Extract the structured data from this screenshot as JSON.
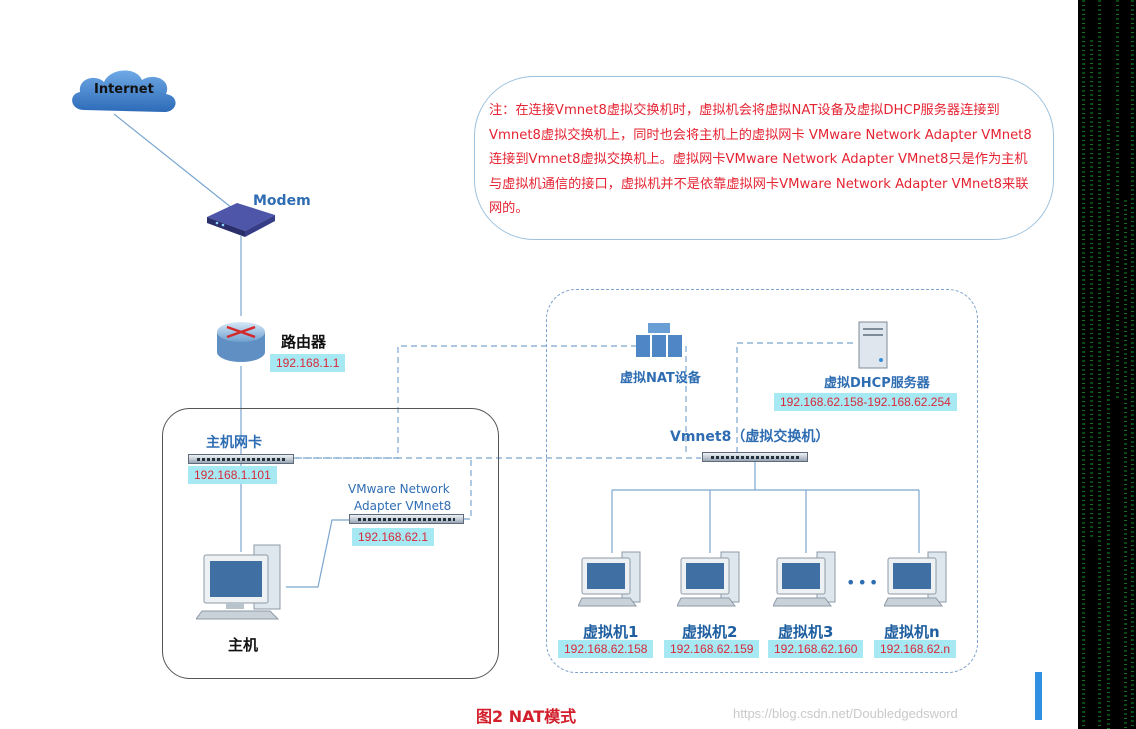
{
  "internet": {
    "label": "Internet"
  },
  "modem": {
    "label": "Modem"
  },
  "router": {
    "label": "路由器",
    "ip": "192.168.1.1"
  },
  "note": {
    "text": "注：在连接Vmnet8虚拟交换机时，虚拟机会将虚拟NAT设备及虚拟DHCP服务器连接到Vmnet8虚拟交换机上，同时也会将主机上的虚拟网卡 VMware Network Adapter VMnet8连接到Vmnet8虚拟交换机上。虚拟网卡VMware Network Adapter VMnet8只是作为主机与虚拟机通信的接口，虚拟机并不是依靠虚拟网卡VMware Network Adapter VMnet8来联网的。"
  },
  "host_nic": {
    "label": "主机网卡",
    "ip": "192.168.1.101"
  },
  "vmnet8_adapter": {
    "label_line1": "VMware Network",
    "label_line2": "Adapter VMnet8",
    "ip": "192.168.62.1"
  },
  "host": {
    "label": "主机"
  },
  "nat_device": {
    "label": "虚拟NAT设备"
  },
  "dhcp": {
    "label": "虚拟DHCP服务器",
    "ip_range": "192.168.62.158-192.168.62.254"
  },
  "vswitch": {
    "label": "Vmnet8（虚拟交换机）"
  },
  "vms": [
    {
      "name": "虚拟机1",
      "ip": "192.168.62.158"
    },
    {
      "name": "虚拟机2",
      "ip": "192.168.62.159"
    },
    {
      "name": "虚拟机3",
      "ip": "192.168.62.160"
    },
    {
      "name": "虚拟机n",
      "ip": "192.168.62.n"
    }
  ],
  "ellipsis": "•••",
  "figure_caption": "图2  NAT模式",
  "watermark": "https://blog.csdn.net/Doubledgedsword",
  "colors": {
    "accent_blue": "#2f6db3",
    "ip_bg": "#a6e9f2",
    "ip_text": "#d9283c",
    "note_text": "#e52433"
  }
}
